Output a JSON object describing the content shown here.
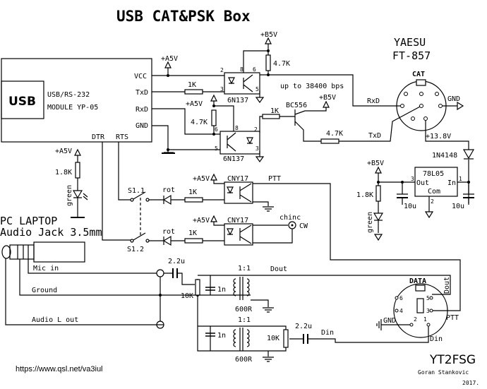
{
  "title": "USB CAT&PSK Box",
  "usb_module": {
    "usb": "USB",
    "line1": "USB/RS-232",
    "line2": "MODULE YP-05",
    "pins": {
      "vcc": "VCC",
      "txd": "TxD",
      "rxd": "RxD",
      "gnd": "GND",
      "dtr": "DTR",
      "rts": "RTS"
    }
  },
  "supplies": {
    "a5v": "+A5V",
    "b5v": "+B5V",
    "v138": "+13.8V"
  },
  "resistors": {
    "r_1k": "1K",
    "r_4k7": "4.7K",
    "r_1k8": "1.8K",
    "pot_10k": "10K"
  },
  "opto": {
    "top": "6N137",
    "bottom": "6N137",
    "cny1": "CNY17",
    "cny2": "CNY17"
  },
  "pins": {
    "p1": "1",
    "p2": "2",
    "p3": "3",
    "p4": "4",
    "p5": "5",
    "p6": "6",
    "p8": "8"
  },
  "notes": {
    "baud": "up to 38400 bps"
  },
  "transistor": "BC556",
  "radio": {
    "brand": "YAESU",
    "model": "FT-857",
    "cat": "CAT",
    "rxd": "RxD",
    "txd": "TxD",
    "gnd": "GND"
  },
  "regulator": {
    "name": "78L05",
    "out": "Out",
    "in": "In",
    "com": "Com",
    "cap": "10u",
    "diode": "1N4148"
  },
  "leds": {
    "green": "green",
    "rot": "rot"
  },
  "switch": {
    "s11": "S1.1",
    "s12": "S1.2"
  },
  "outputs": {
    "ptt": "PTT",
    "chinc": "chinc",
    "cw": "CW"
  },
  "laptop": {
    "line1": "PC LAPTOP",
    "line2": "Audio Jack 3.5mm",
    "mic": "Mic in",
    "ground": "Ground",
    "audio": "Audio L out"
  },
  "audio": {
    "cap": "2.2u",
    "c1n": "1n",
    "ratio": "1:1",
    "imp": "600R",
    "dout": "Dout",
    "din": "Din"
  },
  "data_conn": {
    "label": "DATA",
    "gnd": "GND",
    "ptt": "PTT",
    "dout": "Dout",
    "din": "Din"
  },
  "footer": {
    "url": "https://www.qsl.net/va3iul",
    "call": "YT2FSG",
    "author": "Goran Stankovic",
    "year": "2017."
  }
}
